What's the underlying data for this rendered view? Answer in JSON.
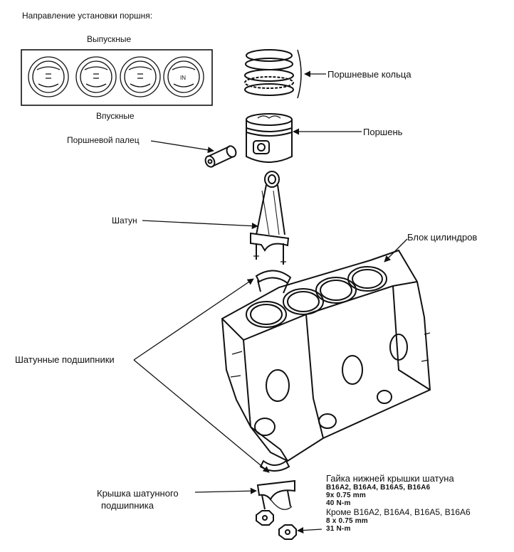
{
  "heading": "Направление установки поршня:",
  "piston_direction": {
    "top_label": "Выпускные",
    "bottom_label": "Впускные",
    "crown_mark": "IN"
  },
  "labels": {
    "piston_rings": "Поршневые кольца",
    "piston": "Поршень",
    "piston_pin": "Поршневой палец",
    "connecting_rod": "Шатун",
    "cylinder_block": "Блок цилиндров",
    "rod_bearings": "Шатунные подшипники",
    "rod_cap_line1": "Крышка шатунного",
    "rod_cap_line2": "подшипника"
  },
  "rod_cap_nut": {
    "title": "Гайка нижней крышки шатуна",
    "models_a": "B16A2, B16A4, B16A5, B16A6",
    "thread_a": "9x 0.75 mm",
    "torque_a": "40 N-m",
    "title_b": "Кроме B16A2, B16A4, B16A5, B16A6",
    "thread_b": "8 x 0.75 mm",
    "torque_b": "31 N-m"
  }
}
